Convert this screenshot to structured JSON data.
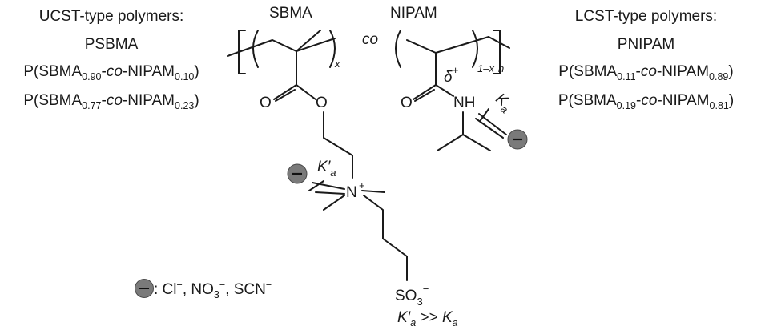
{
  "ucst": {
    "title": "UCST-type polymers:",
    "items": [
      {
        "parts": [
          {
            "t": "PSBMA"
          }
        ]
      },
      {
        "parts": [
          {
            "t": "P(SBMA"
          },
          {
            "t": "0.90",
            "sub": true
          },
          {
            "t": "-"
          },
          {
            "t": "co",
            "it": true
          },
          {
            "t": "-NIPAM"
          },
          {
            "t": "0.10",
            "sub": true
          },
          {
            "t": ")"
          }
        ]
      },
      {
        "parts": [
          {
            "t": "P(SBMA"
          },
          {
            "t": "0.77",
            "sub": true
          },
          {
            "t": "-"
          },
          {
            "t": "co",
            "it": true
          },
          {
            "t": "-NIPAM"
          },
          {
            "t": "0.23",
            "sub": true
          },
          {
            "t": ")"
          }
        ]
      }
    ]
  },
  "lcst": {
    "title": "LCST-type polymers:",
    "items": [
      {
        "parts": [
          {
            "t": "PNIPAM"
          }
        ]
      },
      {
        "parts": [
          {
            "t": "P(SBMA"
          },
          {
            "t": "0.11",
            "sub": true
          },
          {
            "t": "-"
          },
          {
            "t": "co",
            "it": true
          },
          {
            "t": "-NIPAM"
          },
          {
            "t": "0.89",
            "sub": true
          },
          {
            "t": ")"
          }
        ]
      },
      {
        "parts": [
          {
            "t": "P(SBMA"
          },
          {
            "t": "0.19",
            "sub": true
          },
          {
            "t": "-"
          },
          {
            "t": "co",
            "it": true
          },
          {
            "t": "-NIPAM"
          },
          {
            "t": "0.81",
            "sub": true
          },
          {
            "t": ")"
          }
        ]
      }
    ]
  },
  "structure": {
    "monomer_a": "SBMA",
    "monomer_b": "NIPAM",
    "co": "co",
    "subscript_x": "x",
    "subscript_1x": "1–x",
    "subscript_n": "n",
    "oxygen": "O",
    "nh": "NH",
    "delta": "δ",
    "delta_charge": "+",
    "nitrogen": "N",
    "n_charge": "+",
    "so3": "SO",
    "so3_sub": "3",
    "so3_charge": "−",
    "ka_base": "K",
    "ka_sub": "a",
    "ka_prime_base": "K",
    "ka_prime_mark": "′",
    "ka_prime_sub": "a"
  },
  "legend": {
    "text_parts": [
      {
        "t": ": Cl"
      },
      {
        "t": "−",
        "sup": true
      },
      {
        "t": ", NO"
      },
      {
        "t": "3",
        "sub": true
      },
      {
        "t": "−",
        "sup": true
      },
      {
        "t": ", SCN"
      },
      {
        "t": "−",
        "sup": true
      }
    ]
  },
  "relation": {
    "lhs": "K′",
    "lhs_sub": "a",
    "op": " >> ",
    "rhs": "K",
    "rhs_sub": "a"
  }
}
